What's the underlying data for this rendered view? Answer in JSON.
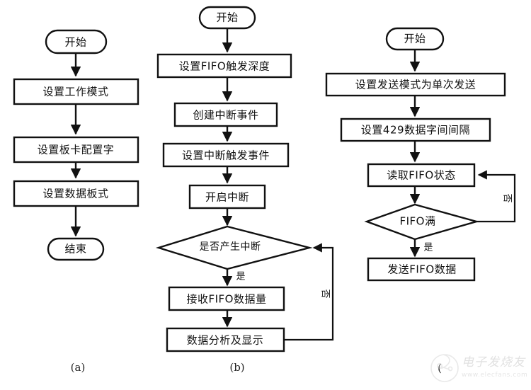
{
  "figure": {
    "title": "",
    "captions": [
      {
        "key": "a",
        "text": "(a)"
      },
      {
        "key": "b",
        "text": "(b)"
      },
      {
        "key": "c",
        "text": "("
      }
    ]
  },
  "colors": {
    "stroke": "#111111",
    "fill": "#ffffff",
    "background": "#ffffff",
    "watermark": "#c2c2c2"
  },
  "watermark": {
    "brand": "电子发烧友",
    "url": "www.elecfans.com",
    "icon": "elecfans-logo-icon"
  },
  "flowcharts": [
    {
      "id": "a",
      "name": "board-initialization-flow",
      "caption": "(a)",
      "nodes": [
        {
          "id": "a1",
          "type": "terminator",
          "label": "开始"
        },
        {
          "id": "a2",
          "type": "process",
          "label": "设置工作模式"
        },
        {
          "id": "a3",
          "type": "process",
          "label": "设置板卡配置字"
        },
        {
          "id": "a4",
          "type": "process",
          "label": "设置数据板式"
        },
        {
          "id": "a5",
          "type": "terminator",
          "label": "结束"
        }
      ],
      "edges": [
        {
          "from": "a1",
          "to": "a2",
          "label": ""
        },
        {
          "from": "a2",
          "to": "a3",
          "label": ""
        },
        {
          "from": "a3",
          "to": "a4",
          "label": ""
        },
        {
          "from": "a4",
          "to": "a5",
          "label": ""
        }
      ]
    },
    {
      "id": "b",
      "name": "interrupt-receive-flow",
      "caption": "(b)",
      "nodes": [
        {
          "id": "b1",
          "type": "terminator",
          "label": "开始"
        },
        {
          "id": "b2",
          "type": "process",
          "label": "设置FIFO触发深度"
        },
        {
          "id": "b3",
          "type": "process",
          "label": "创建中断事件"
        },
        {
          "id": "b4",
          "type": "process",
          "label": "设置中断触发事件"
        },
        {
          "id": "b5",
          "type": "process",
          "label": "开启中断"
        },
        {
          "id": "b6",
          "type": "decision",
          "label": "是否产生中断"
        },
        {
          "id": "b7",
          "type": "process",
          "label": "接收FIFO数据量"
        },
        {
          "id": "b8",
          "type": "process",
          "label": "数据分析及显示"
        }
      ],
      "edges": [
        {
          "from": "b1",
          "to": "b2",
          "label": ""
        },
        {
          "from": "b2",
          "to": "b3",
          "label": ""
        },
        {
          "from": "b3",
          "to": "b4",
          "label": ""
        },
        {
          "from": "b4",
          "to": "b5",
          "label": ""
        },
        {
          "from": "b5",
          "to": "b6",
          "label": ""
        },
        {
          "from": "b6",
          "to": "b7",
          "label": "是"
        },
        {
          "from": "b7",
          "to": "b8",
          "label": ""
        },
        {
          "from": "b8",
          "to": "b6",
          "label": "否"
        }
      ]
    },
    {
      "id": "c",
      "name": "single-send-flow",
      "caption": "(",
      "nodes": [
        {
          "id": "c1",
          "type": "terminator",
          "label": "开始"
        },
        {
          "id": "c2",
          "type": "process",
          "label": "设置发送模式为单次发送"
        },
        {
          "id": "c3",
          "type": "process",
          "label": "设置429数据字间间隔"
        },
        {
          "id": "c4",
          "type": "process",
          "label": "读取FIFO状态"
        },
        {
          "id": "c5",
          "type": "decision",
          "label": "FIFO满"
        },
        {
          "id": "c6",
          "type": "process",
          "label": "发送FIFO数据"
        }
      ],
      "edges": [
        {
          "from": "c1",
          "to": "c2",
          "label": ""
        },
        {
          "from": "c2",
          "to": "c3",
          "label": ""
        },
        {
          "from": "c3",
          "to": "c4",
          "label": ""
        },
        {
          "from": "c4",
          "to": "c5",
          "label": ""
        },
        {
          "from": "c5",
          "to": "c6",
          "label": "是"
        },
        {
          "from": "c5",
          "to": "c4",
          "label": "否"
        }
      ]
    }
  ]
}
